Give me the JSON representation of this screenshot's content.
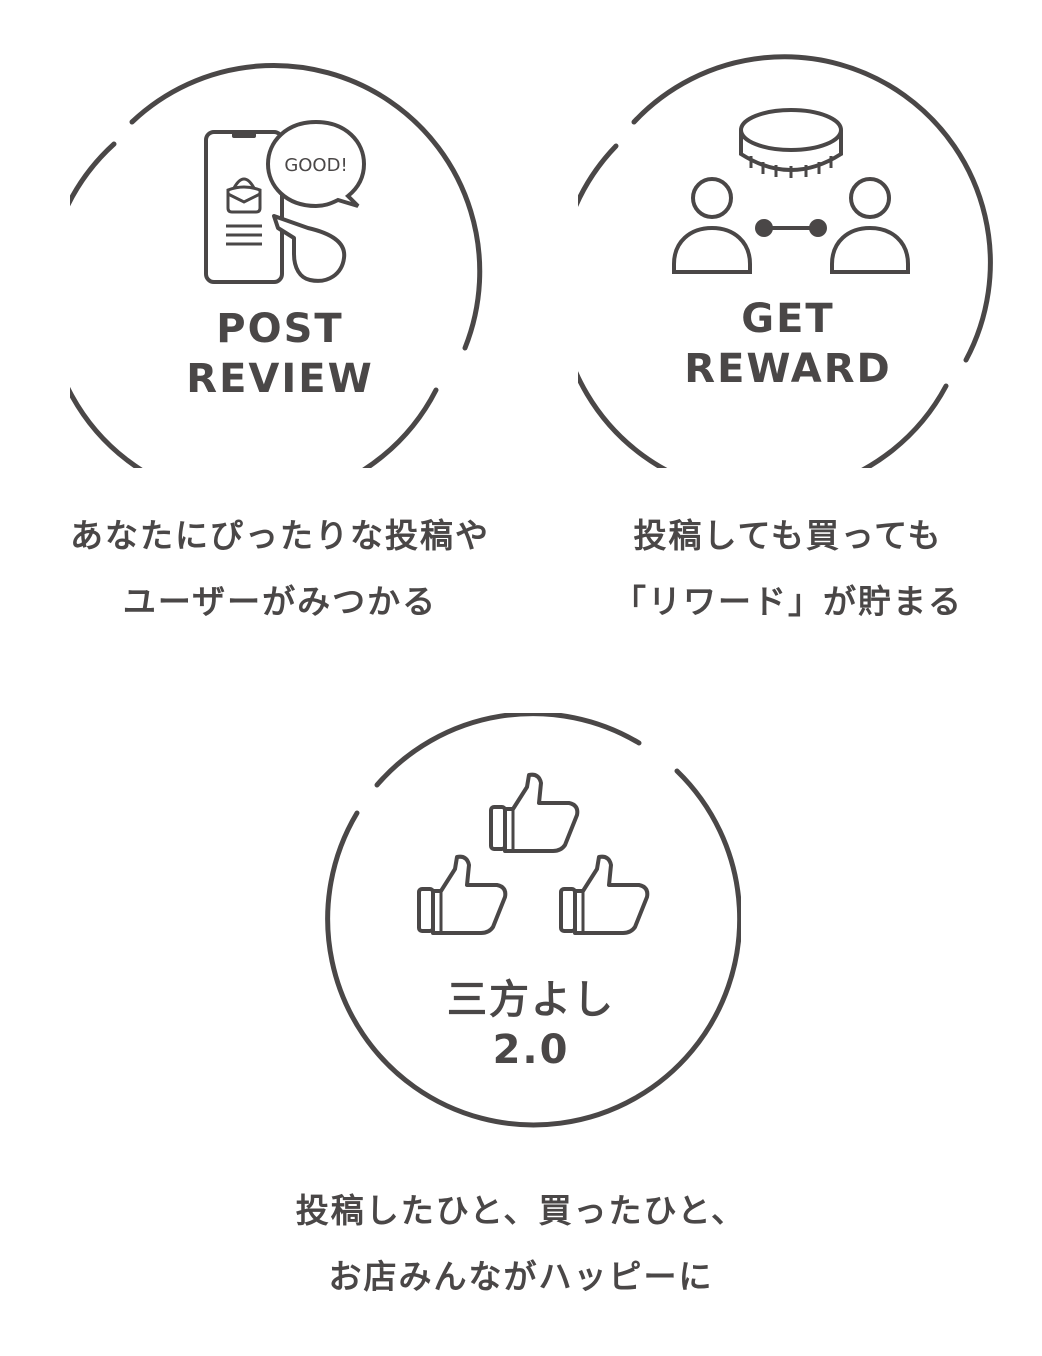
{
  "features": [
    {
      "id": "post-review",
      "title_lines": [
        "POST",
        "REVIEW"
      ],
      "icon": "phone-with-speech-bubble-icon",
      "bubble_text": "GOOD!",
      "caption_lines": [
        "あなたにぴったりな投稿や",
        "ユーザーがみつかる"
      ]
    },
    {
      "id": "get-reward",
      "title_lines": [
        "GET",
        "REWARD"
      ],
      "icon": "coin-and-two-users-icon",
      "caption_lines": [
        "投稿しても買っても",
        "「リワード」が貯まる"
      ]
    },
    {
      "id": "sanpo-yoshi",
      "title_lines": [
        "三方よし",
        "2.0"
      ],
      "icon": "three-thumbs-up-icon",
      "caption_lines": [
        "投稿したひと、買ったひと、",
        "お店みんながハッピーに"
      ]
    }
  ],
  "colors": {
    "ink": "#4a4747",
    "background": "#ffffff"
  }
}
